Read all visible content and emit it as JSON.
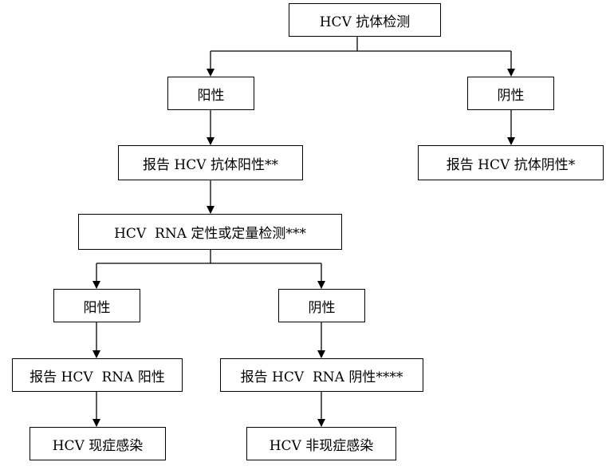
{
  "flowchart": {
    "nodes": {
      "hcv_antibody_test": "HCV 抗体检测",
      "antibody_positive": "阳性",
      "antibody_negative": "阴性",
      "report_antibody_positive": "报告 HCV 抗体阳性**",
      "report_antibody_negative": "报告 HCV 抗体阴性*",
      "rna_test": "HCV  RNA 定性或定量检测***",
      "rna_positive": "阳性",
      "rna_negative": "阴性",
      "report_rna_positive": "报告 HCV  RNA 阳性",
      "report_rna_negative": "报告 HCV  RNA 阴性****",
      "current_infection": "HCV 现症感染",
      "non_current_infection": "HCV 非现症感染"
    }
  }
}
